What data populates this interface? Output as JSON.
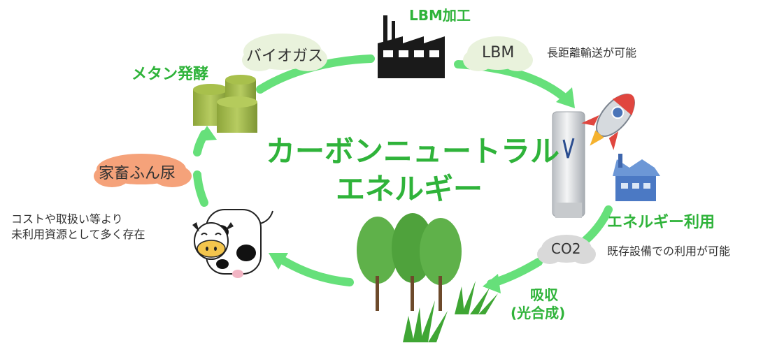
{
  "center_title": {
    "line1": "カーボンニュートラル",
    "line2": "エネルギー"
  },
  "labels": {
    "lbm_processing": "LBM加工",
    "methane_fermentation": "メタン発酵",
    "energy_use": "エネルギー利用",
    "absorption_line1": "吸収",
    "absorption_line2": "(光合成)"
  },
  "bubbles": {
    "biogas": "バイオガス",
    "lbm": "LBM",
    "co2": "CO2",
    "manure": "家畜ふん尿"
  },
  "notes": {
    "long_distance": "長距離輸送が可能",
    "existing_equipment": "既存設備での利用が可能",
    "unused_resource_line1": "コストや取扱い等より",
    "unused_resource_line2": "未利用資源として多く存在"
  },
  "colors": {
    "accent_green": "#2fb33a",
    "cycle_arrow": "#66e07a",
    "manure_bubble": "#f5a27a",
    "gas_bubble": "#e9f2dc",
    "co2_bubble": "#d9d9d9"
  }
}
